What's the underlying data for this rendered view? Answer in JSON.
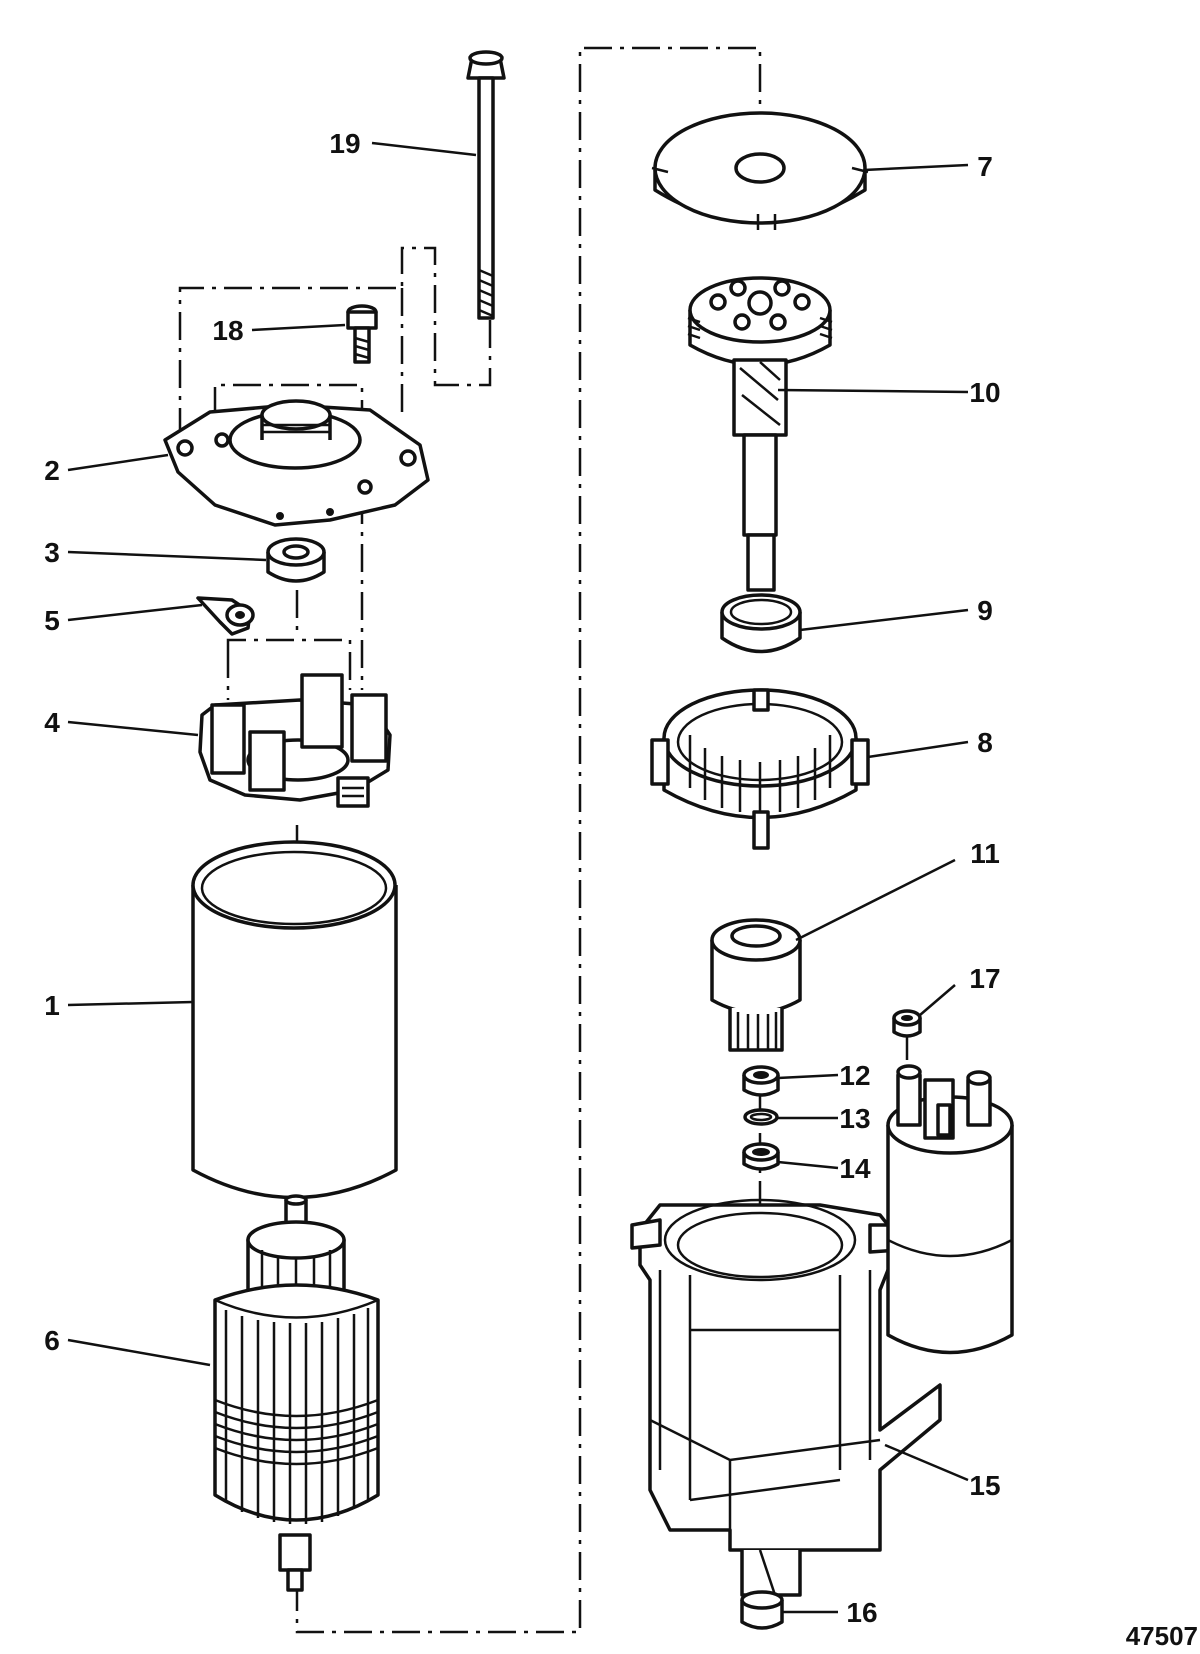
{
  "diagram": {
    "figure_number": "47507",
    "callouts": [
      {
        "id": "1",
        "label": "1"
      },
      {
        "id": "2",
        "label": "2"
      },
      {
        "id": "3",
        "label": "3"
      },
      {
        "id": "4",
        "label": "4"
      },
      {
        "id": "5",
        "label": "5"
      },
      {
        "id": "6",
        "label": "6"
      },
      {
        "id": "7",
        "label": "7"
      },
      {
        "id": "8",
        "label": "8"
      },
      {
        "id": "9",
        "label": "9"
      },
      {
        "id": "10",
        "label": "10"
      },
      {
        "id": "11",
        "label": "11"
      },
      {
        "id": "12",
        "label": "12"
      },
      {
        "id": "13",
        "label": "13"
      },
      {
        "id": "14",
        "label": "14"
      },
      {
        "id": "15",
        "label": "15"
      },
      {
        "id": "16",
        "label": "16"
      },
      {
        "id": "17",
        "label": "17"
      },
      {
        "id": "18",
        "label": "18"
      },
      {
        "id": "19",
        "label": "19"
      }
    ]
  }
}
